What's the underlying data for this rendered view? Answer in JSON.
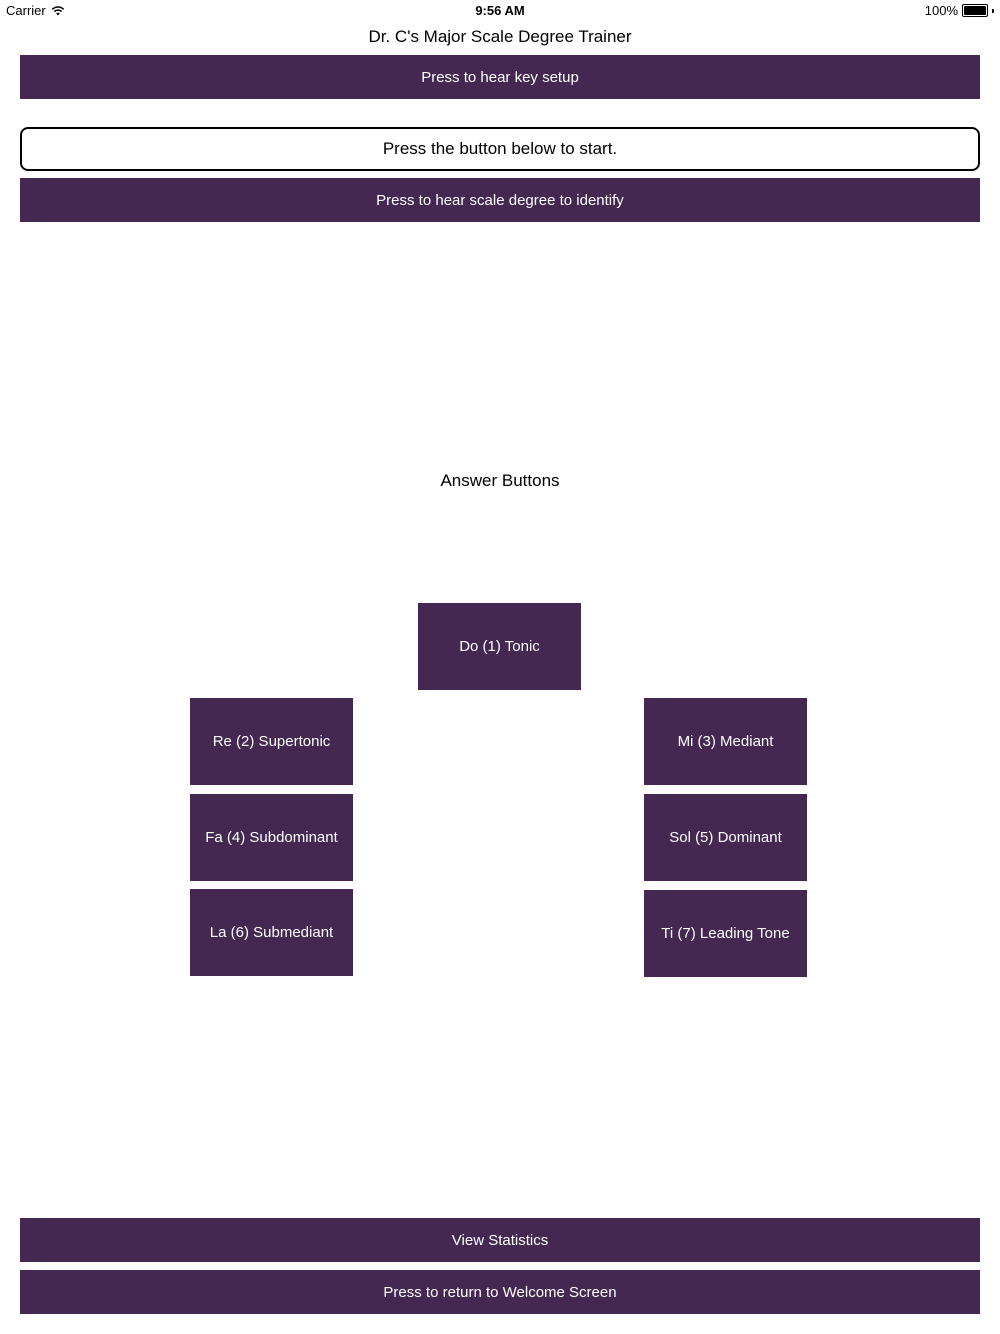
{
  "status_bar": {
    "carrier": "Carrier",
    "time": "9:56 AM",
    "battery": "100%"
  },
  "header": {
    "title": "Dr. C's Major Scale Degree Trainer"
  },
  "controls": {
    "key_setup_label": "Press to hear key setup",
    "prompt_text": "Press the button below to start.",
    "scale_degree_label": "Press to hear scale degree to identify"
  },
  "answers": {
    "heading": "Answer Buttons",
    "do": "Do (1) Tonic",
    "re": "Re (2) Supertonic",
    "mi": "Mi (3) Mediant",
    "fa": "Fa (4) Subdominant",
    "sol": "Sol (5) Dominant",
    "la": "La (6) Submediant",
    "ti": "Ti (7) Leading Tone"
  },
  "footer": {
    "statistics_label": "View Statistics",
    "return_label": "Press to return to Welcome Screen"
  },
  "colors": {
    "button_background": "#452852",
    "button_text": "#ffffff"
  }
}
